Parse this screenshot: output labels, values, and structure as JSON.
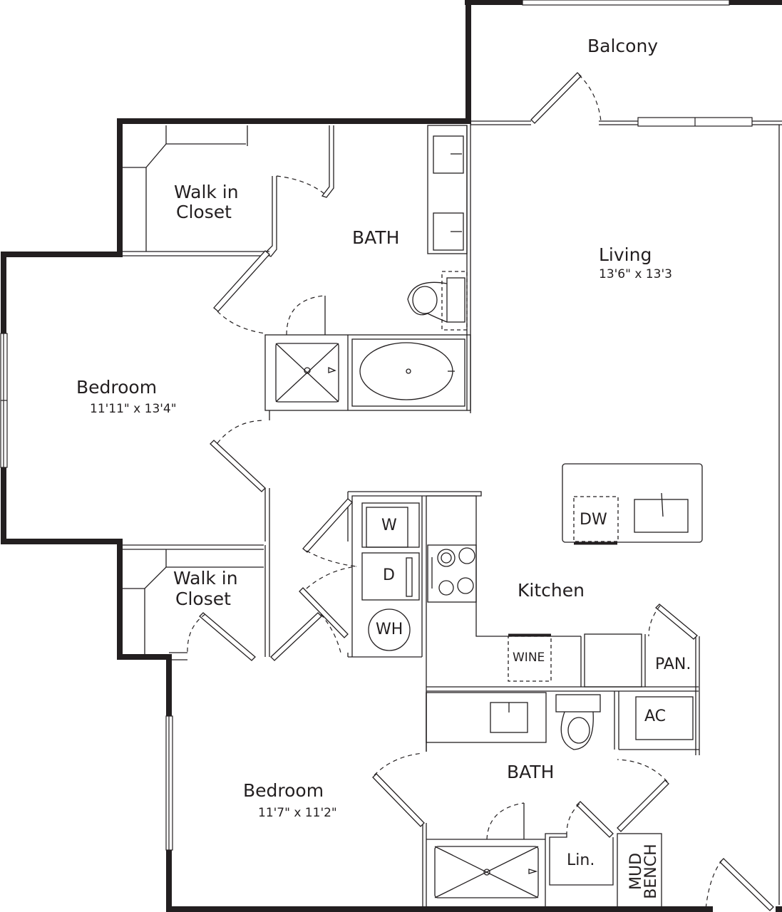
{
  "plan": {
    "rooms": {
      "balcony": {
        "label": "Balcony"
      },
      "living": {
        "label": "Living",
        "dims": "13'6\" x 13'3"
      },
      "bath_master": {
        "label": "BATH"
      },
      "walk_in_closet_1": {
        "line1": "Walk   in",
        "line2": "Closet"
      },
      "bedroom_1": {
        "label": "Bedroom",
        "dims": "11'11\" x 13'4\""
      },
      "walk_in_closet_2": {
        "line1": "Walk   in",
        "line2": "Closet"
      },
      "kitchen": {
        "label": "Kitchen"
      },
      "bedroom_2": {
        "label": "Bedroom",
        "dims": "11'7\" x 11'2\""
      },
      "bath_2": {
        "label": "BATH"
      }
    },
    "fixtures": {
      "washer": "W",
      "dryer": "D",
      "water_heater": "WH",
      "dishwasher": "DW",
      "wine": "WINE",
      "pantry": "PAN.",
      "ac": "AC",
      "linen": "Lin.",
      "mud_bench_1": "MUD",
      "mud_bench_2": "BENCH"
    },
    "colors": {
      "wall": "#231f20",
      "line": "#231f20",
      "background": "#ffffff"
    }
  }
}
